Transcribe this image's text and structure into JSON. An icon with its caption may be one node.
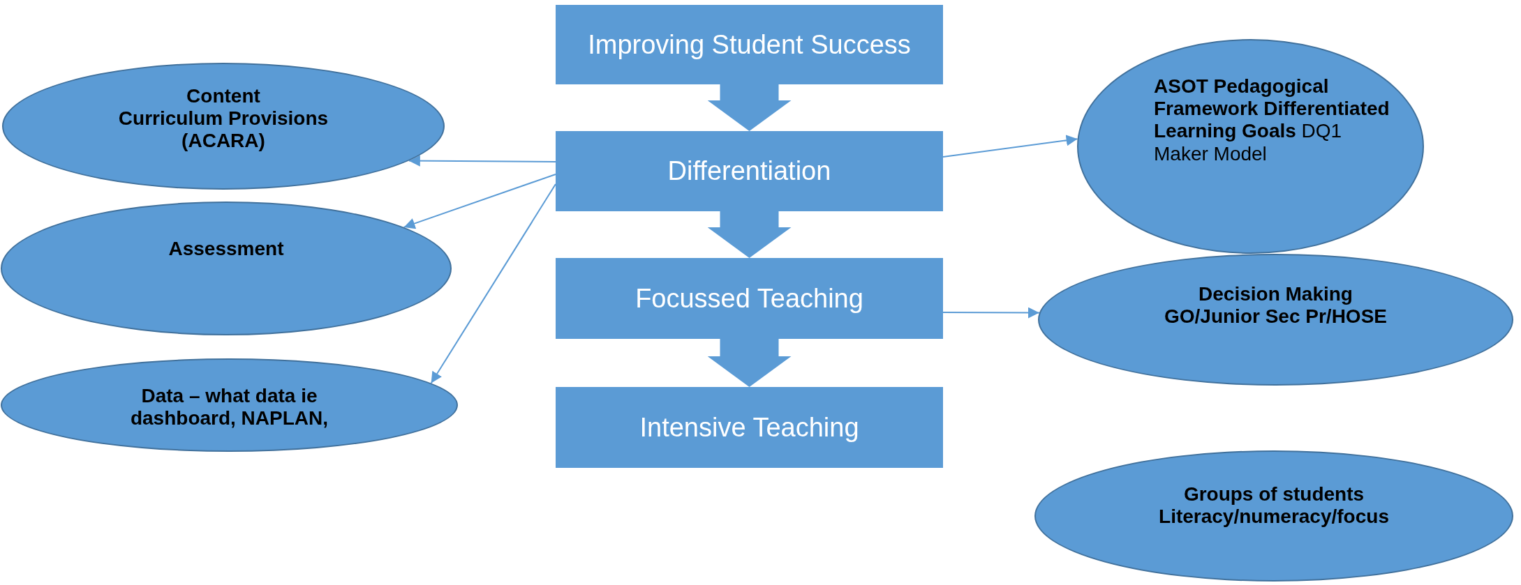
{
  "diagram": {
    "nodes": [
      {
        "text": [
          "Improving Student Success"
        ]
      },
      {
        "text": [
          "Differentiation"
        ]
      },
      {
        "text": [
          "Focussed Teaching"
        ]
      },
      {
        "text": [
          "Intensive Teaching"
        ]
      },
      {
        "text": [
          "Content",
          "Curriculum Provisions (ACARA)"
        ]
      },
      {
        "text": [
          "Assessment"
        ]
      },
      {
        "text": [
          "Data – what data ie dashboard, NAPLAN,"
        ]
      },
      {
        "text": [
          "**ASOT Pedagogical Framework Differentiated Learning Goals** DQ1",
          "Maker Model"
        ]
      },
      {
        "text": [
          "Decision Making",
          "GO/Junior Sec Pr/HOSE"
        ]
      },
      {
        "text": [
          "Groups of students",
          "Literacy/numeracy/focus"
        ]
      }
    ],
    "edges": [
      {
        "from": 0,
        "to": 1,
        "arrow": "to",
        "style": "thick"
      },
      {
        "from": 1,
        "to": 2,
        "arrow": "to",
        "style": "thick"
      },
      {
        "from": 2,
        "to": 3,
        "arrow": "to",
        "style": "thick"
      },
      {
        "from": 1,
        "to": 4,
        "arrow": "to"
      },
      {
        "from": 1,
        "to": 5,
        "arrow": "to"
      },
      {
        "from": 1,
        "to": 6,
        "arrow": "to"
      },
      {
        "from": 1,
        "to": 7,
        "arrow": "to"
      },
      {
        "from": 2,
        "to": 8,
        "arrow": "to"
      }
    ]
  }
}
